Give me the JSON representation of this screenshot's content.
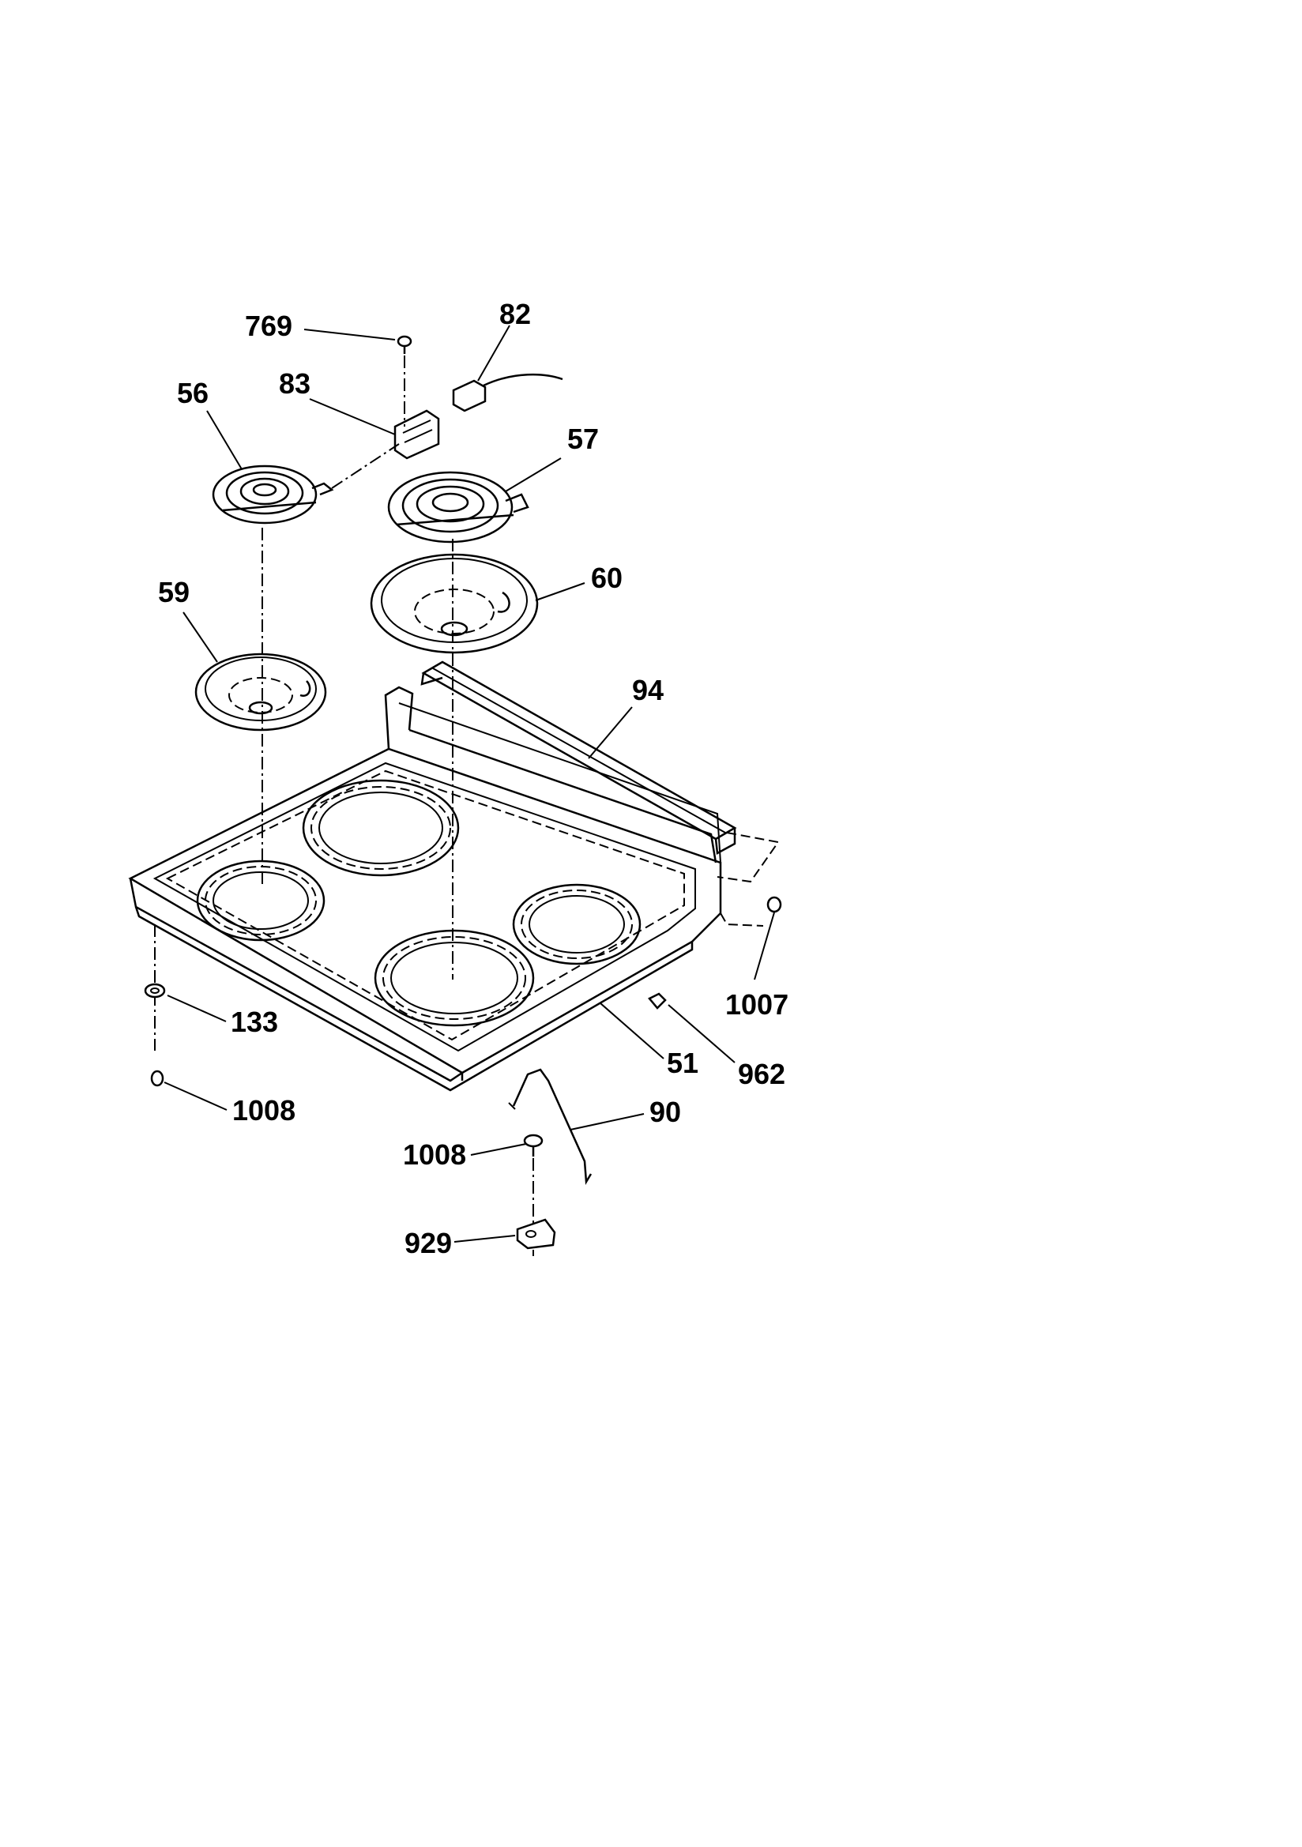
{
  "part_labels": {
    "p769": "769",
    "p82": "82",
    "p83": "83",
    "p56": "56",
    "p57": "57",
    "p59": "59",
    "p60": "60",
    "p94": "94",
    "p1007": "1007",
    "p133": "133",
    "p51": "51",
    "p962": "962",
    "p1008a": "1008",
    "p90": "90",
    "p1008b": "1008",
    "p929": "929"
  }
}
